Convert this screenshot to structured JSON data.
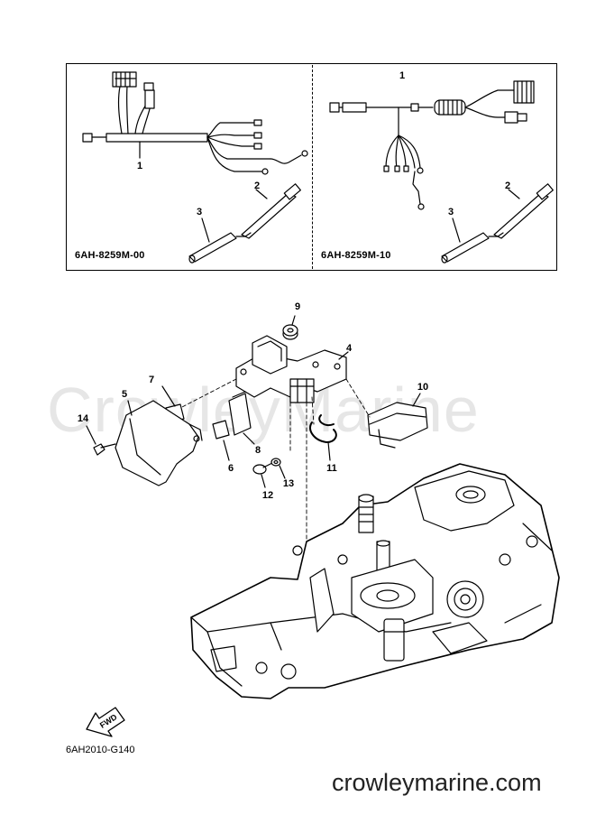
{
  "watermark": "CrowleyMarine",
  "footer_brand": "crowleymarine.com",
  "diagram_code": "6AH2010-G140",
  "fwd_label": "FWD",
  "kits": [
    {
      "code": "6AH-8259M-00",
      "callouts": {
        "harness": "1",
        "tie": "2",
        "tube": "3"
      }
    },
    {
      "code": "6AH-8259M-10",
      "callouts": {
        "harness": "1",
        "tie": "2",
        "tube": "3"
      }
    }
  ],
  "parts": {
    "p4": "4",
    "p5": "5",
    "p6": "6",
    "p7": "7",
    "p8": "8",
    "p9": "9",
    "p10": "10",
    "p11": "11",
    "p12": "12",
    "p13": "13",
    "p14": "14"
  }
}
